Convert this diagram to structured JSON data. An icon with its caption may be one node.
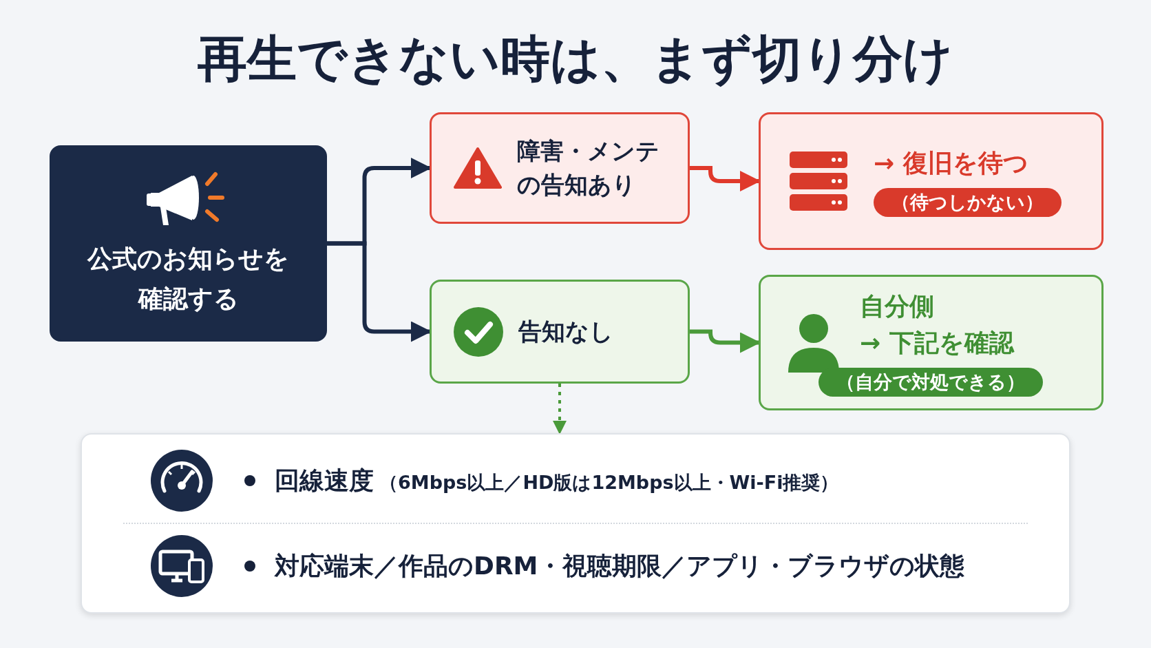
{
  "diagram": {
    "title": "再生できない時は、まず切り分け",
    "nodes": [
      {
        "text": [
          "公式のお知らせを確認する"
        ]
      },
      {
        "text": [
          "障害・メンテの告知あり"
        ]
      },
      {
        "text": [
          "→ 復旧を待つ",
          "（待つしかない）"
        ]
      },
      {
        "text": [
          "告知なし"
        ]
      },
      {
        "text": [
          "自分側",
          "→ 下記を確認",
          "（自分で対処できる）"
        ]
      },
      {
        "text": [
          "**回線速度**（6Mbps以上／HD版は12Mbps以上・Wi-Fi推奨）",
          "対応端末／作品のDRM・視聴期限／アプリ・ブラウザの状態"
        ]
      }
    ],
    "edges": [
      {
        "from": 0,
        "to": 1,
        "arrow": "to"
      },
      {
        "from": 0,
        "to": 3,
        "arrow": "to"
      },
      {
        "from": 1,
        "to": 2,
        "arrow": "to",
        "color": "#e0392b"
      },
      {
        "from": 3,
        "to": 4,
        "arrow": "to",
        "color": "#4a9a3a"
      },
      {
        "from": 3,
        "to": 5,
        "arrow": "to",
        "style": "dashed",
        "color": "#4a9a3a"
      }
    ]
  }
}
